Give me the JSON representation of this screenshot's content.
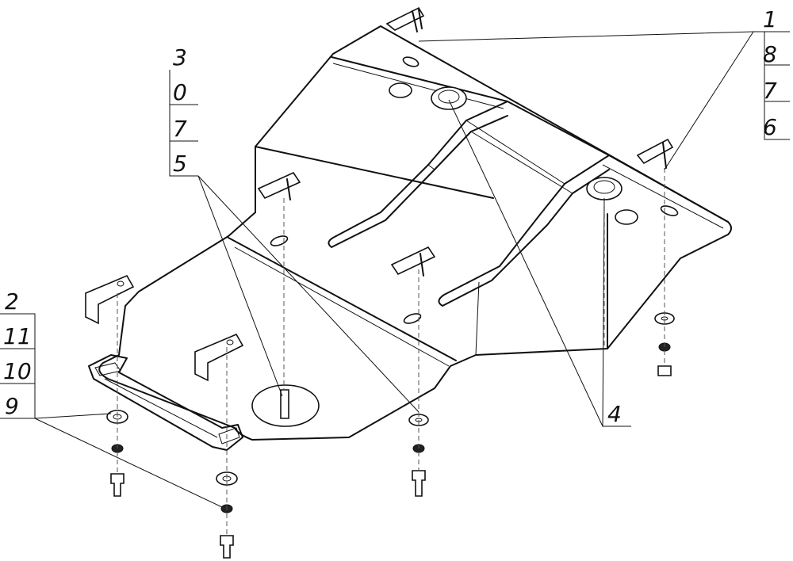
{
  "diagram": {
    "callouts": {
      "right_group": [
        "1",
        "8",
        "7",
        "6"
      ],
      "top_left_group": [
        "3",
        "0",
        "7",
        "5"
      ],
      "left_group": [
        "2",
        "11",
        "10",
        "9"
      ],
      "part_4": "4"
    }
  }
}
